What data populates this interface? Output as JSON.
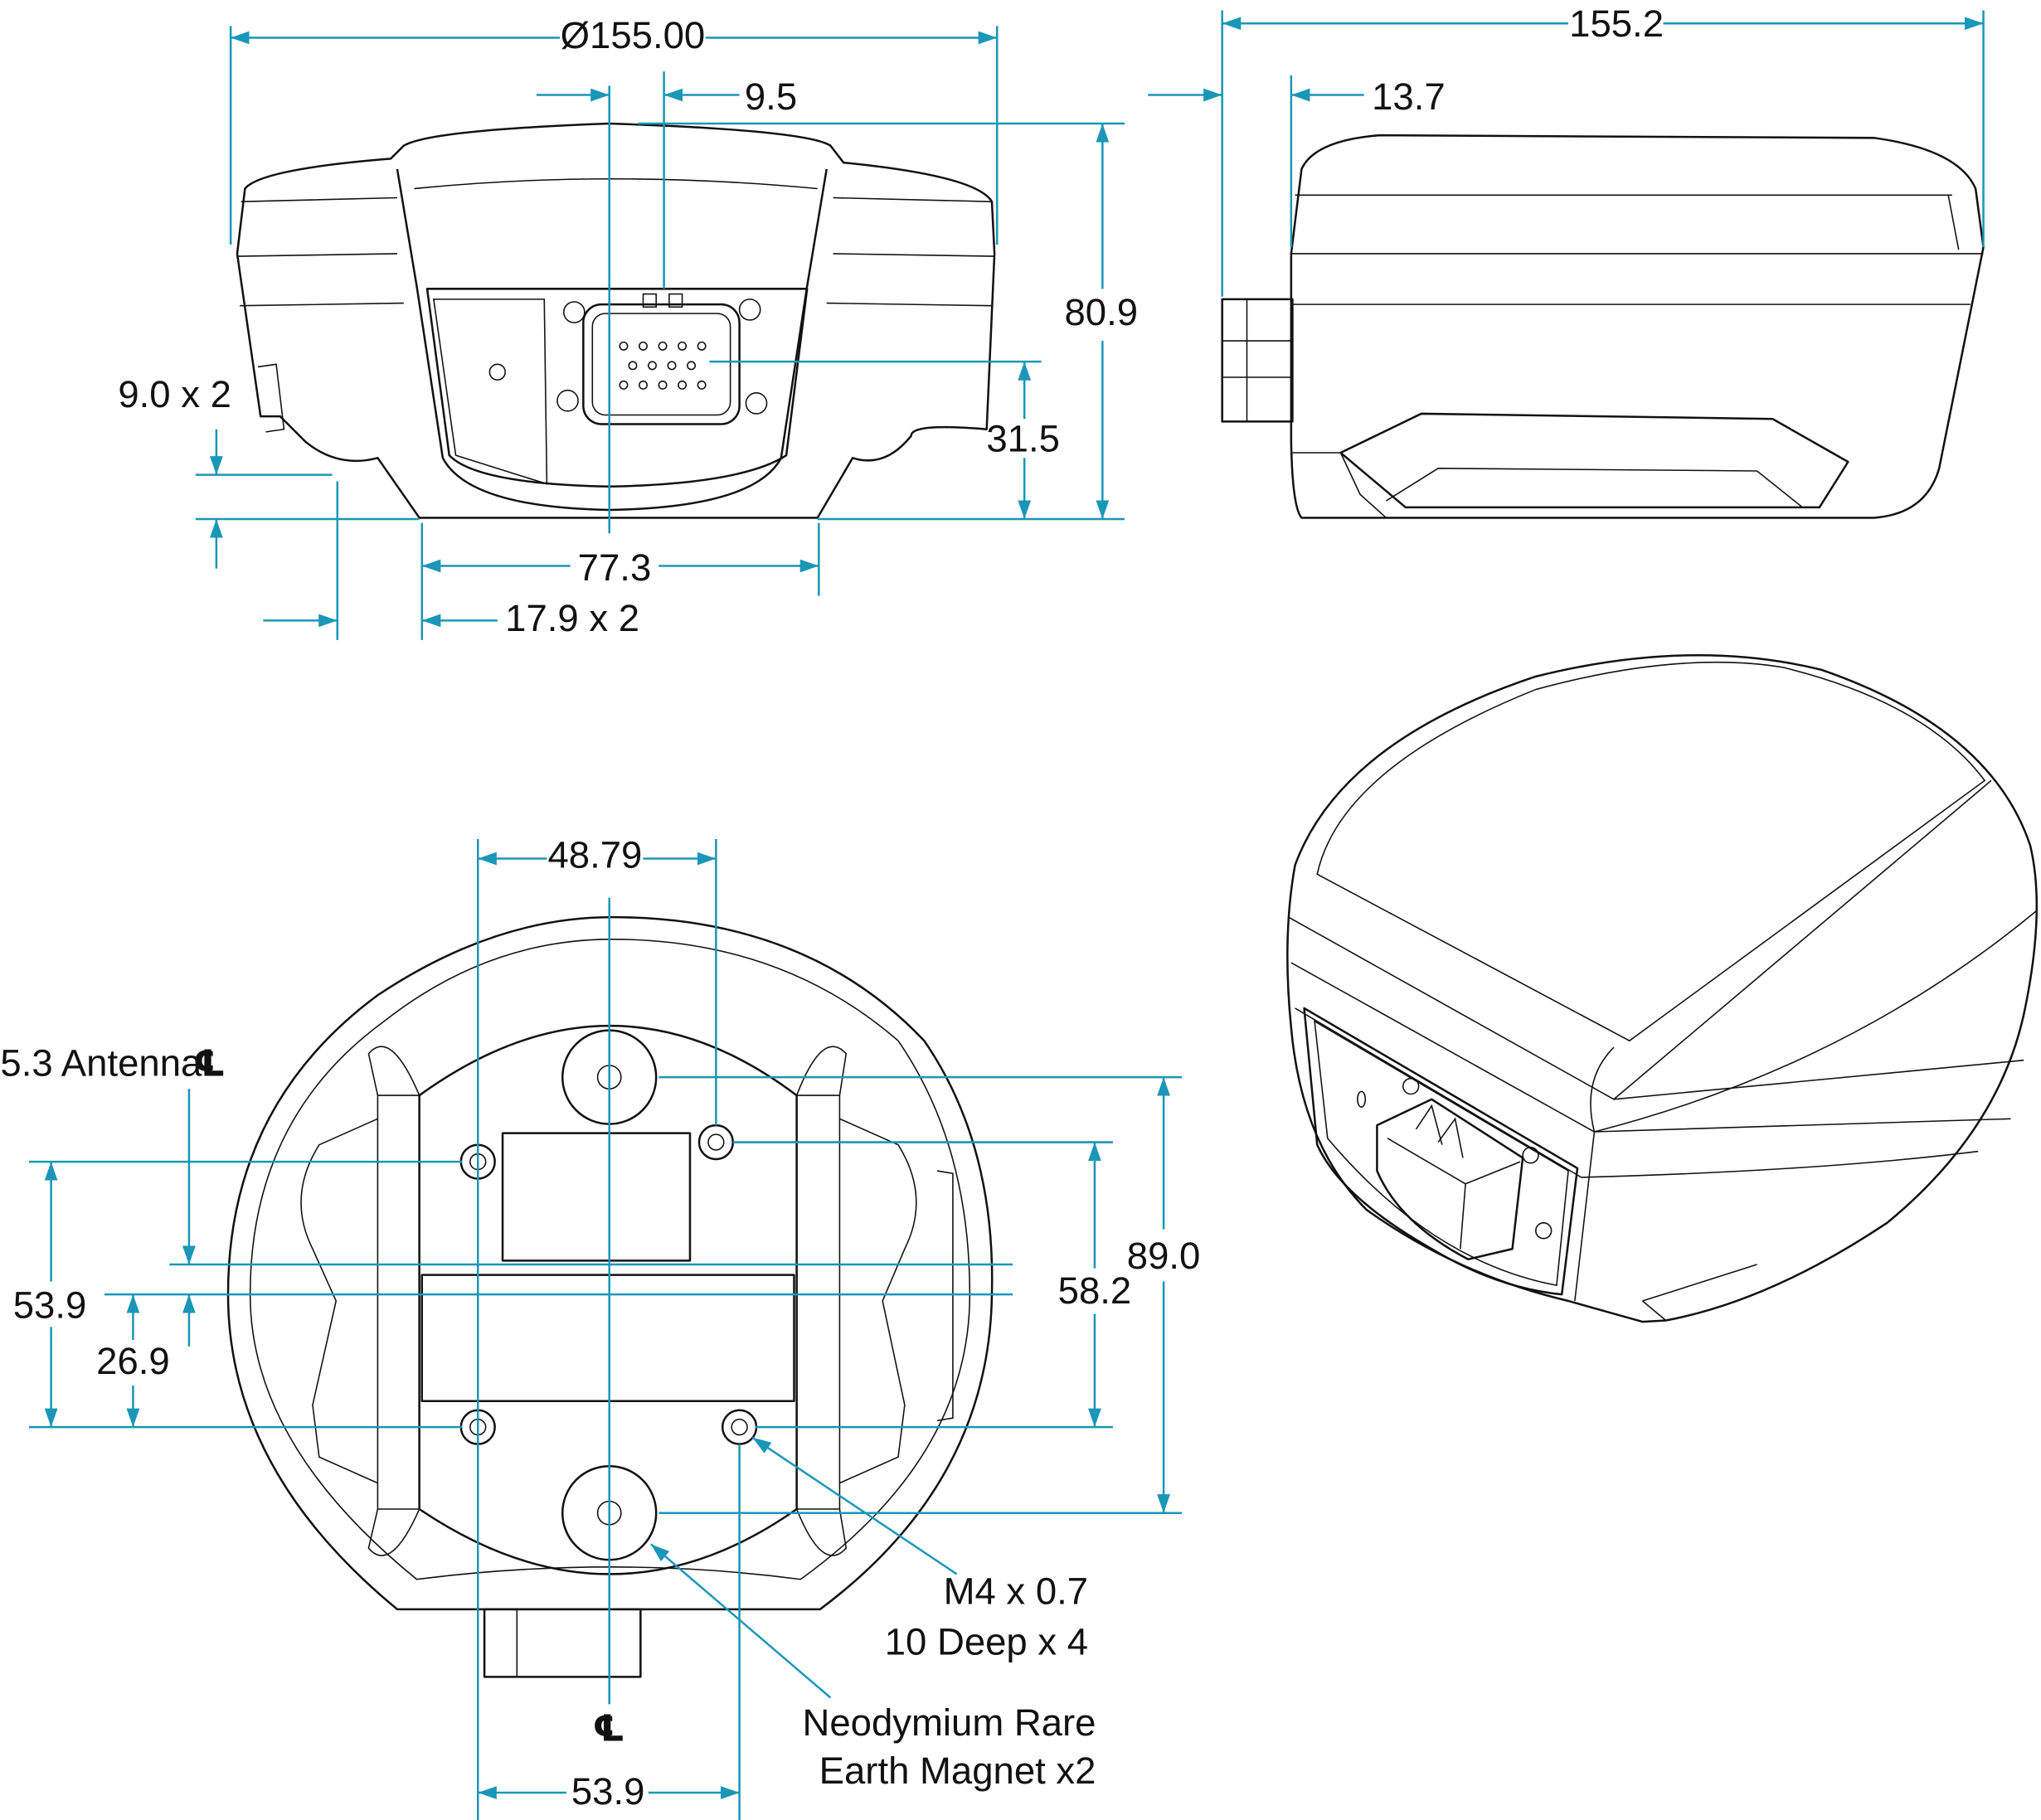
{
  "colors": {
    "dimension": "#1a96b8",
    "outline": "#111111"
  },
  "front_view": {
    "diameter": "Ø155.00",
    "offset": "9.5",
    "height": "80.9",
    "connector_height": "31.5",
    "foot_height": "9.0 x 2",
    "base_width": "77.3",
    "foot_width": "17.9 x 2"
  },
  "side_view": {
    "length": "155.2",
    "connector_depth": "13.7"
  },
  "bottom_view": {
    "hole_spacing_top": "48.79",
    "antenna_label": "5.3 Antenna",
    "centerline_symbol": "℄",
    "hole_vertical": "53.9",
    "antenna_offset": "26.9",
    "inner_hole_vertical": "58.2",
    "magnet_spacing": "89.0",
    "hole_spacing_bottom": "53.9",
    "thread_note_line1": "M4 x 0.7",
    "thread_note_line2": "10 Deep x 4",
    "magnet_note_line1": "Neodymium Rare",
    "magnet_note_line2": "Earth Magnet x2"
  }
}
